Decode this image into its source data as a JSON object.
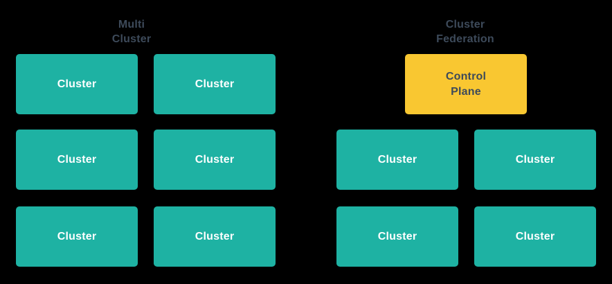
{
  "colors": {
    "background": "#000000",
    "cluster-box": "#1EB2A3",
    "control-plane-box": "#F9C731",
    "title-text": "#3D4A5A",
    "control-plane-text": "#3D4A5A",
    "box-text": "#FFFFFF"
  },
  "multi_cluster": {
    "title_line1": "Multi",
    "title_line2": "Cluster",
    "clusters": [
      {
        "label": "Cluster"
      },
      {
        "label": "Cluster"
      },
      {
        "label": "Cluster"
      },
      {
        "label": "Cluster"
      },
      {
        "label": "Cluster"
      },
      {
        "label": "Cluster"
      }
    ]
  },
  "cluster_federation": {
    "title_line1": "Cluster",
    "title_line2": "Federation",
    "control_plane": {
      "line1": "Control",
      "line2": "Plane"
    },
    "clusters": [
      {
        "label": "Cluster"
      },
      {
        "label": "Cluster"
      },
      {
        "label": "Cluster"
      },
      {
        "label": "Cluster"
      }
    ]
  }
}
